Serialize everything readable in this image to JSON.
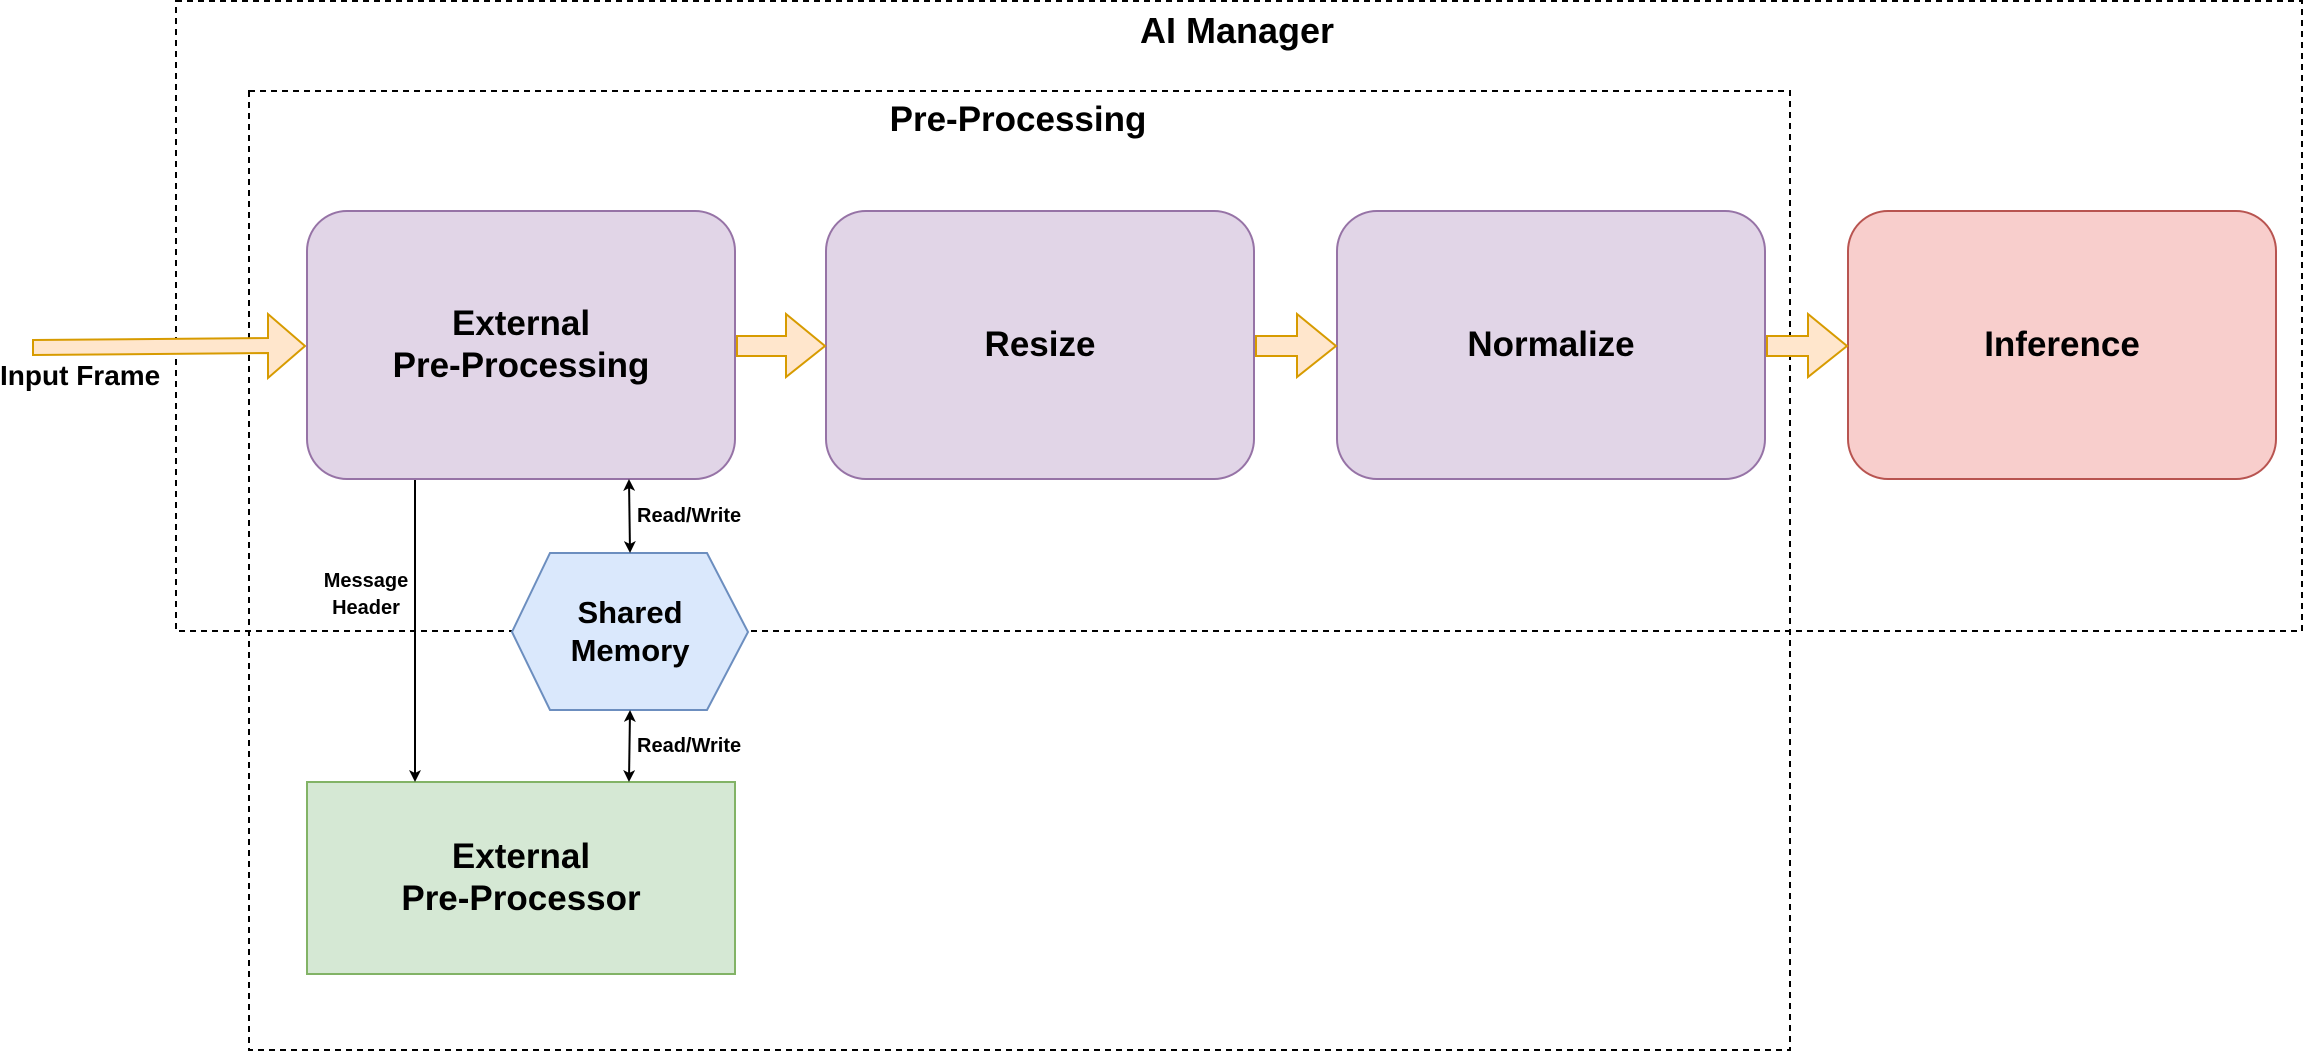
{
  "groups": {
    "ai_manager": {
      "title": "AI Manager"
    },
    "pre_processing": {
      "title": "Pre-Processing"
    }
  },
  "nodes": {
    "external_pre_processing": {
      "label": "External\nPre-Processing"
    },
    "resize": {
      "label": "Resize"
    },
    "normalize": {
      "label": "Normalize"
    },
    "inference": {
      "label": "Inference"
    },
    "shared_memory": {
      "label": "Shared\nMemory"
    },
    "external_pre_processor": {
      "label": "External\nPre-Processor"
    }
  },
  "edges": {
    "input_frame": {
      "label": "Input Frame"
    },
    "message_header": {
      "label": "Message\nHeader"
    },
    "read_write_top": {
      "label": "Read/Write"
    },
    "read_write_bottom": {
      "label": "Read/Write"
    }
  },
  "colors": {
    "purple_fill": "#e1d5e7",
    "purple_stroke": "#9673a6",
    "red_fill": "#f8cecc",
    "red_stroke": "#b85450",
    "blue_fill": "#dae8fc",
    "blue_stroke": "#6c8ebf",
    "green_fill": "#d5e8d4",
    "green_stroke": "#82b366",
    "arrow_fill": "#ffe6cc",
    "arrow_stroke": "#d79b00"
  }
}
